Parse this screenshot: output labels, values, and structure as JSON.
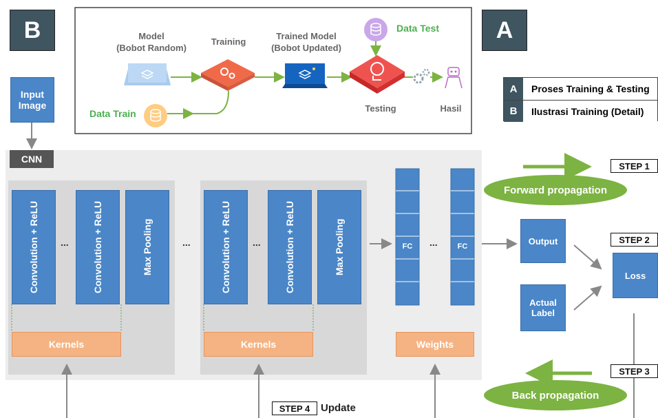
{
  "badges": {
    "b": "B",
    "a": "A"
  },
  "top": {
    "model_line1": "Model",
    "model_line2": "(Bobot Random)",
    "training": "Training",
    "trained_line1": "Trained Model",
    "trained_line2": "(Bobot Updated)",
    "data_test": "Data Test",
    "data_train": "Data Train",
    "testing": "Testing",
    "hasil": "Hasil"
  },
  "legend": [
    {
      "key": "A",
      "text": "Proses Training & Testing"
    },
    {
      "key": "B",
      "text": "Ilustrasi Training (Detail)"
    }
  ],
  "input_image": "Input Image",
  "cnn_label": "CNN",
  "conv_relu": "Convolution + ReLU",
  "max_pooling": "Max Pooling",
  "kernels": "Kernels",
  "weights": "Weights",
  "fc": "FC",
  "ellipsis": "...",
  "output": "Output",
  "actual_label": "Actual Label",
  "loss": "Loss",
  "steps": {
    "s1": "STEP 1",
    "s2": "STEP 2",
    "s3": "STEP 3",
    "s4": "STEP 4"
  },
  "forward": "Forward propagation",
  "back": "Back propagation",
  "update": "Update",
  "colors": {
    "blue": "#4a86c8",
    "orange": "#f5b383",
    "green": "#7cb342",
    "dark": "#3f5560",
    "panel": "#eeeeee"
  }
}
